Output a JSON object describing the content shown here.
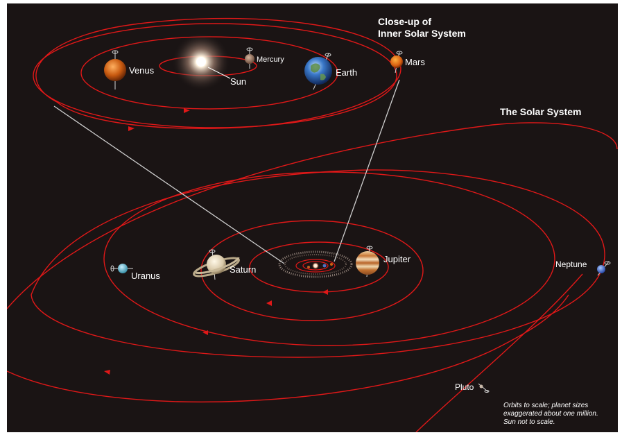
{
  "titles": {
    "inner_line1": "Close-up of",
    "inner_line2": "Inner Solar System",
    "outer": "The Solar System"
  },
  "inner_labels": {
    "venus": "Venus",
    "sun": "Sun",
    "mercury": "Mercury",
    "earth": "Earth",
    "mars": "Mars"
  },
  "outer_labels": {
    "uranus": "Uranus",
    "saturn": "Saturn",
    "jupiter": "Jupiter",
    "neptune": "Neptune",
    "pluto": "Pluto"
  },
  "note": {
    "line1": "Orbits to scale; planet sizes",
    "line2": "exaggerated about one million.",
    "line3": "Sun not to scale."
  },
  "colors": {
    "background": "#1a1414",
    "orbit": "#e01818",
    "connector": "#cfcfcf",
    "text": "#ffffff"
  }
}
